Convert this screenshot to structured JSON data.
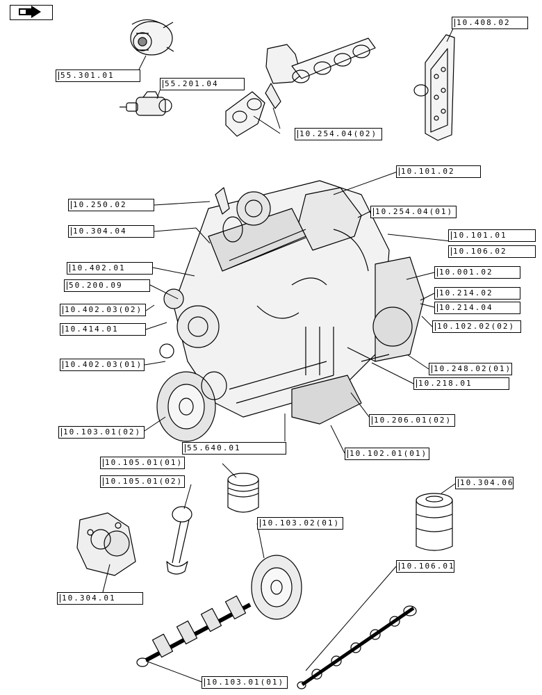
{
  "diagram": {
    "labels": [
      {
        "id": "l01",
        "text": "55.301.01"
      },
      {
        "id": "l02",
        "text": "55.201.04"
      },
      {
        "id": "l03",
        "text": "10.254.04(02)"
      },
      {
        "id": "l04",
        "text": "10.408.02"
      },
      {
        "id": "l05",
        "text": "10.101.02"
      },
      {
        "id": "l06",
        "text": "10.250.02"
      },
      {
        "id": "l07",
        "text": "10.254.04(01)"
      },
      {
        "id": "l08",
        "text": "10.304.04"
      },
      {
        "id": "l09",
        "text": "10.101.01"
      },
      {
        "id": "l10",
        "text": "10.106.02"
      },
      {
        "id": "l11",
        "text": "10.402.01"
      },
      {
        "id": "l12",
        "text": "10.001.02"
      },
      {
        "id": "l13",
        "text": "50.200.09"
      },
      {
        "id": "l14",
        "text": "10.214.02"
      },
      {
        "id": "l15",
        "text": "10.402.03(02)"
      },
      {
        "id": "l16",
        "text": "10.214.04"
      },
      {
        "id": "l17",
        "text": "10.414.01"
      },
      {
        "id": "l18",
        "text": "10.102.02(02)"
      },
      {
        "id": "l19",
        "text": "10.402.03(01)"
      },
      {
        "id": "l20",
        "text": "10.248.02(01)"
      },
      {
        "id": "l21",
        "text": "10.218.01"
      },
      {
        "id": "l22",
        "text": "10.206.01(02)"
      },
      {
        "id": "l23",
        "text": "10.103.01(02)"
      },
      {
        "id": "l24",
        "text": "55.640.01"
      },
      {
        "id": "l25",
        "text": "10.102.01(01)"
      },
      {
        "id": "l26",
        "text": "10.105.01(01)"
      },
      {
        "id": "l27",
        "text": "10.105.01(02)"
      },
      {
        "id": "l28",
        "text": "10.304.06"
      },
      {
        "id": "l29",
        "text": "10.103.02(01)"
      },
      {
        "id": "l30",
        "text": "10.106.01"
      },
      {
        "id": "l31",
        "text": "10.304.01"
      },
      {
        "id": "l32",
        "text": "10.103.01(01)"
      }
    ]
  },
  "icons": {
    "nav": "forward-arrow-icon"
  }
}
